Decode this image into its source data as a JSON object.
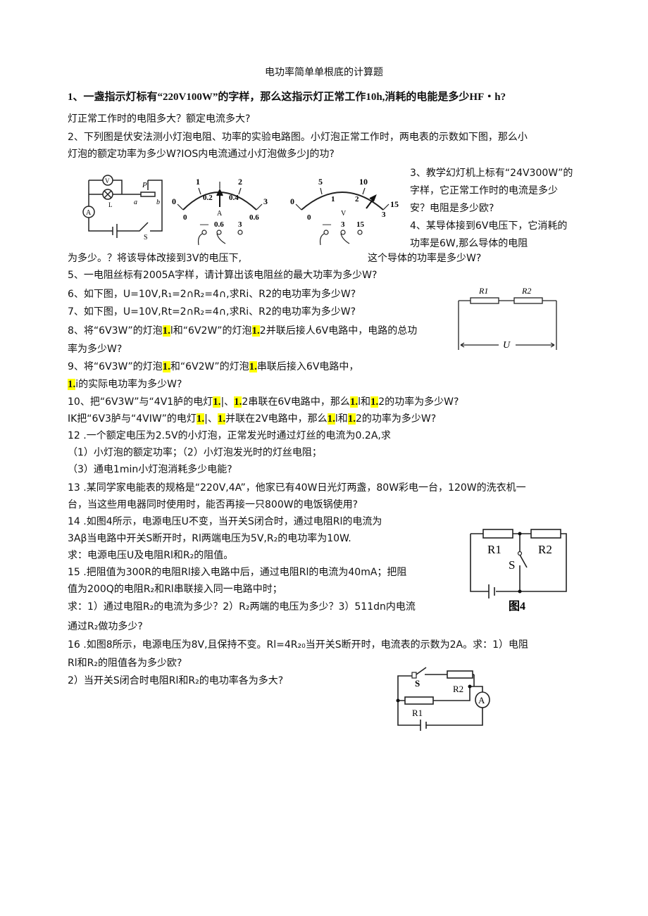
{
  "document": {
    "title": "电功率简单单根底的计算题",
    "lines": {
      "q1a": "1、一盏指示灯标有“220V100W”的字样，那么这指示灯正常工作10h,消耗的电能是多少HF・h?",
      "q1b": "灯正常工作时的电阻多大？额定电流多大?",
      "q2a": "2、下列图是伏安法测小灯泡电阻、功率的实验电路图。小灯泡正常工作时，两电表的示数如下图，那么小",
      "q2b": "灯泡的额定功率为多少W?IOS内电流通过小灯泡做多少J的功?",
      "q3a": "3、教学幻灯机上标有“24V300W”的",
      "q3b": "字样，它正常工作时的电流是多少",
      "q3c": "安？电阻是多少欧?",
      "q4a": "4、某导体接到6V电压下，它消耗的",
      "q4b": "功率是6W,那么导体的电阻",
      "q4c_left": "为多少。？将该导体改接到3V的电压下,",
      "q4c_right": "这个导体的功率是多少W?",
      "q5": "5、一电阻丝标有2005A字样，请计算出该电阻丝的最大功率为多少W?",
      "q6": "6、如下图，U=10V,R₁=2∩R₂=4∩,求Ri、R2的电功率为多少W?",
      "q7": "7、如下图，U=10V,Rt=2∩R₂=4∩,求Ri、R2的电功率为多少W?",
      "q8a_1": "8、将“6V3W”的灯泡",
      "q8a_hl1": "1.",
      "q8a_2": "l和“6V2W”的灯泡",
      "q8a_hl2": "1.",
      "q8a_3": "2并联后接人6V电路中，电路的总功",
      "q8b": "率为多少W?",
      "q9a_1": "9、将“6V3W”的灯泡",
      "q9a_hl1": "1.",
      "q9a_2": "和“6V2W”的灯泡",
      "q9a_hl2": "1.",
      "q9a_3": "串联后接入6V电路中，",
      "q9b_hl": "1.",
      "q9b": "i的实际电功率为多少W?",
      "q10_1": "10、把“6V3W”与“4V1胪的电灯",
      "q10_hl1": "1.",
      "q10_2": "|、",
      "q10_hl2": "1.",
      "q10_3": "2串联在6V电路中，那么",
      "q10_hl3": "1.",
      "q10_4": "l和",
      "q10_hl4": "1.",
      "q10_5": "2的功率为多少W?",
      "q11_1": "IK把“6V3胪与“4VIW”的电灯",
      "q11_hl1": "1.",
      "q11_2": "|、",
      "q11_hl2": "1.",
      "q11_3": "并联在2V电路中，那么",
      "q11_hl3": "1.",
      "q11_4": "l和",
      "q11_hl4": "1.",
      "q11_5": "2的功率为多少W?",
      "q12a": "12 .一个额定电压为2.5V的小灯泡，正常发光时通过灯丝的电流为0.2A,求",
      "q12b": "（1）小灯泡的额定功率；（2）小灯泡发光时的灯丝电阻；",
      "q12c": "（3）通电1min小灯泡消耗多少电能?",
      "q13a": "13 .某同学家电能表的规格是“220V,4A”，他家已有40W日光灯两盏，80W彩电一台，120W的洗衣机一",
      "q13b": "台，当这些用电器同时使用时，能否再接一只800W的电饭锅使用?",
      "q14a": "14 .如图4所示，电源电压U不变，当开关S闭合时，通过电阻Rl的电流为",
      "q14b": "3Aβ当电路中开关S断开时，Rl两端电压为5V,R₂的电功率为10W.",
      "q14c": "求：电源电压U及电阻Rl和R₂的阻值。",
      "q15a": "15 .把阻值为300R的电阻Rl接入电路中后，通过电阻Rl的电流为40mA；把阻",
      "q15b": "值为200Q的电阻R₂和Rl串联接入同一电路中时；",
      "q15c": "求：1）通过电阻R₂的电流为多少？2）R₂两端的电压为多少？3）511dn内电流",
      "q15d": "通过R₂做功多少?",
      "q16a": "16 .如图8所示，电源电压为8V,且保持不变。Rl=4R₂₀当开关S断开时，电流表的示数为2A。求：1）电阻",
      "q16b": "Rl和R₂的阻值各为多少欧?",
      "q16c": "2）当开关S闭合时电阻Rl和R₂的电功率各为多大?"
    }
  },
  "figures": {
    "circuit_q2": {
      "voltmeter": "V",
      "ammeter": "A",
      "lamp": "L",
      "slider": "P",
      "end_a": "a",
      "end_b": "b",
      "switch": "S"
    },
    "ammeter_dial": {
      "top_ticks": [
        "0",
        "1",
        "2",
        "3"
      ],
      "bottom_ticks": [
        "0",
        "0.2",
        "0.4",
        "0.6"
      ],
      "unit": "A",
      "terminals": [
        "—",
        "0.6",
        "3"
      ]
    },
    "voltmeter_dial": {
      "top_ticks": [
        "0",
        "5",
        "10",
        "15"
      ],
      "bottom_ticks": [
        "0",
        "1",
        "2",
        "3"
      ],
      "unit": "V",
      "terminals": [
        "—",
        "3",
        "15"
      ]
    },
    "series_r1_r2": {
      "r1": "R1",
      "r2": "R2",
      "u": "U"
    },
    "figure4": {
      "r1": "R1",
      "r2": "R2",
      "switch": "S",
      "caption": "图4"
    },
    "figure8": {
      "r1": "R1",
      "r2": "R2",
      "switch": "S",
      "ammeter": "A"
    }
  },
  "colors": {
    "highlight": "#ffff00",
    "text": "#111111"
  }
}
